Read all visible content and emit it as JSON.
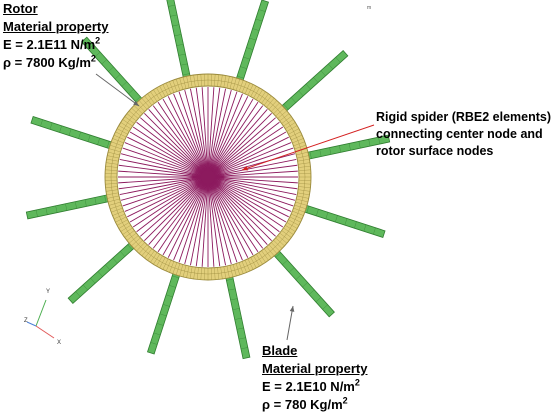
{
  "rotor": {
    "title": "Rotor",
    "subtitle": "Material property",
    "modulus_prefix": "E = 2.1E11 N/m",
    "modulus_exp": "2",
    "density_prefix": "ρ = 7800 Kg/m",
    "density_exp": "2"
  },
  "rigid_spider": {
    "line1": "Rigid spider (RBE2 elements)",
    "line2": "connecting center node and",
    "line3": "rotor surface nodes"
  },
  "blade": {
    "title": "Blade",
    "subtitle": "Material property",
    "modulus_prefix": "E = 2.1E10 N/m",
    "modulus_exp": "2",
    "density_prefix": "ρ = 780 Kg/m",
    "density_exp": "2"
  },
  "corner_mark": "m",
  "axes": {
    "y_label": "Y",
    "z_label": "Z",
    "x_label": "X"
  },
  "model": {
    "blade_count": 12,
    "spoke_count": 96
  },
  "colors": {
    "rotor_ring": "#e2cf7c",
    "ring_mesh": "#9a8a3c",
    "spider": "#8c1a5e",
    "blade": "#5fb85c",
    "blade_edge": "#2f7d2f",
    "arrow": "#666666",
    "red_arrow": "#d42020",
    "axis_x": "#e05a5a",
    "axis_y": "#4caf50",
    "axis_z": "#4a7fd6"
  }
}
